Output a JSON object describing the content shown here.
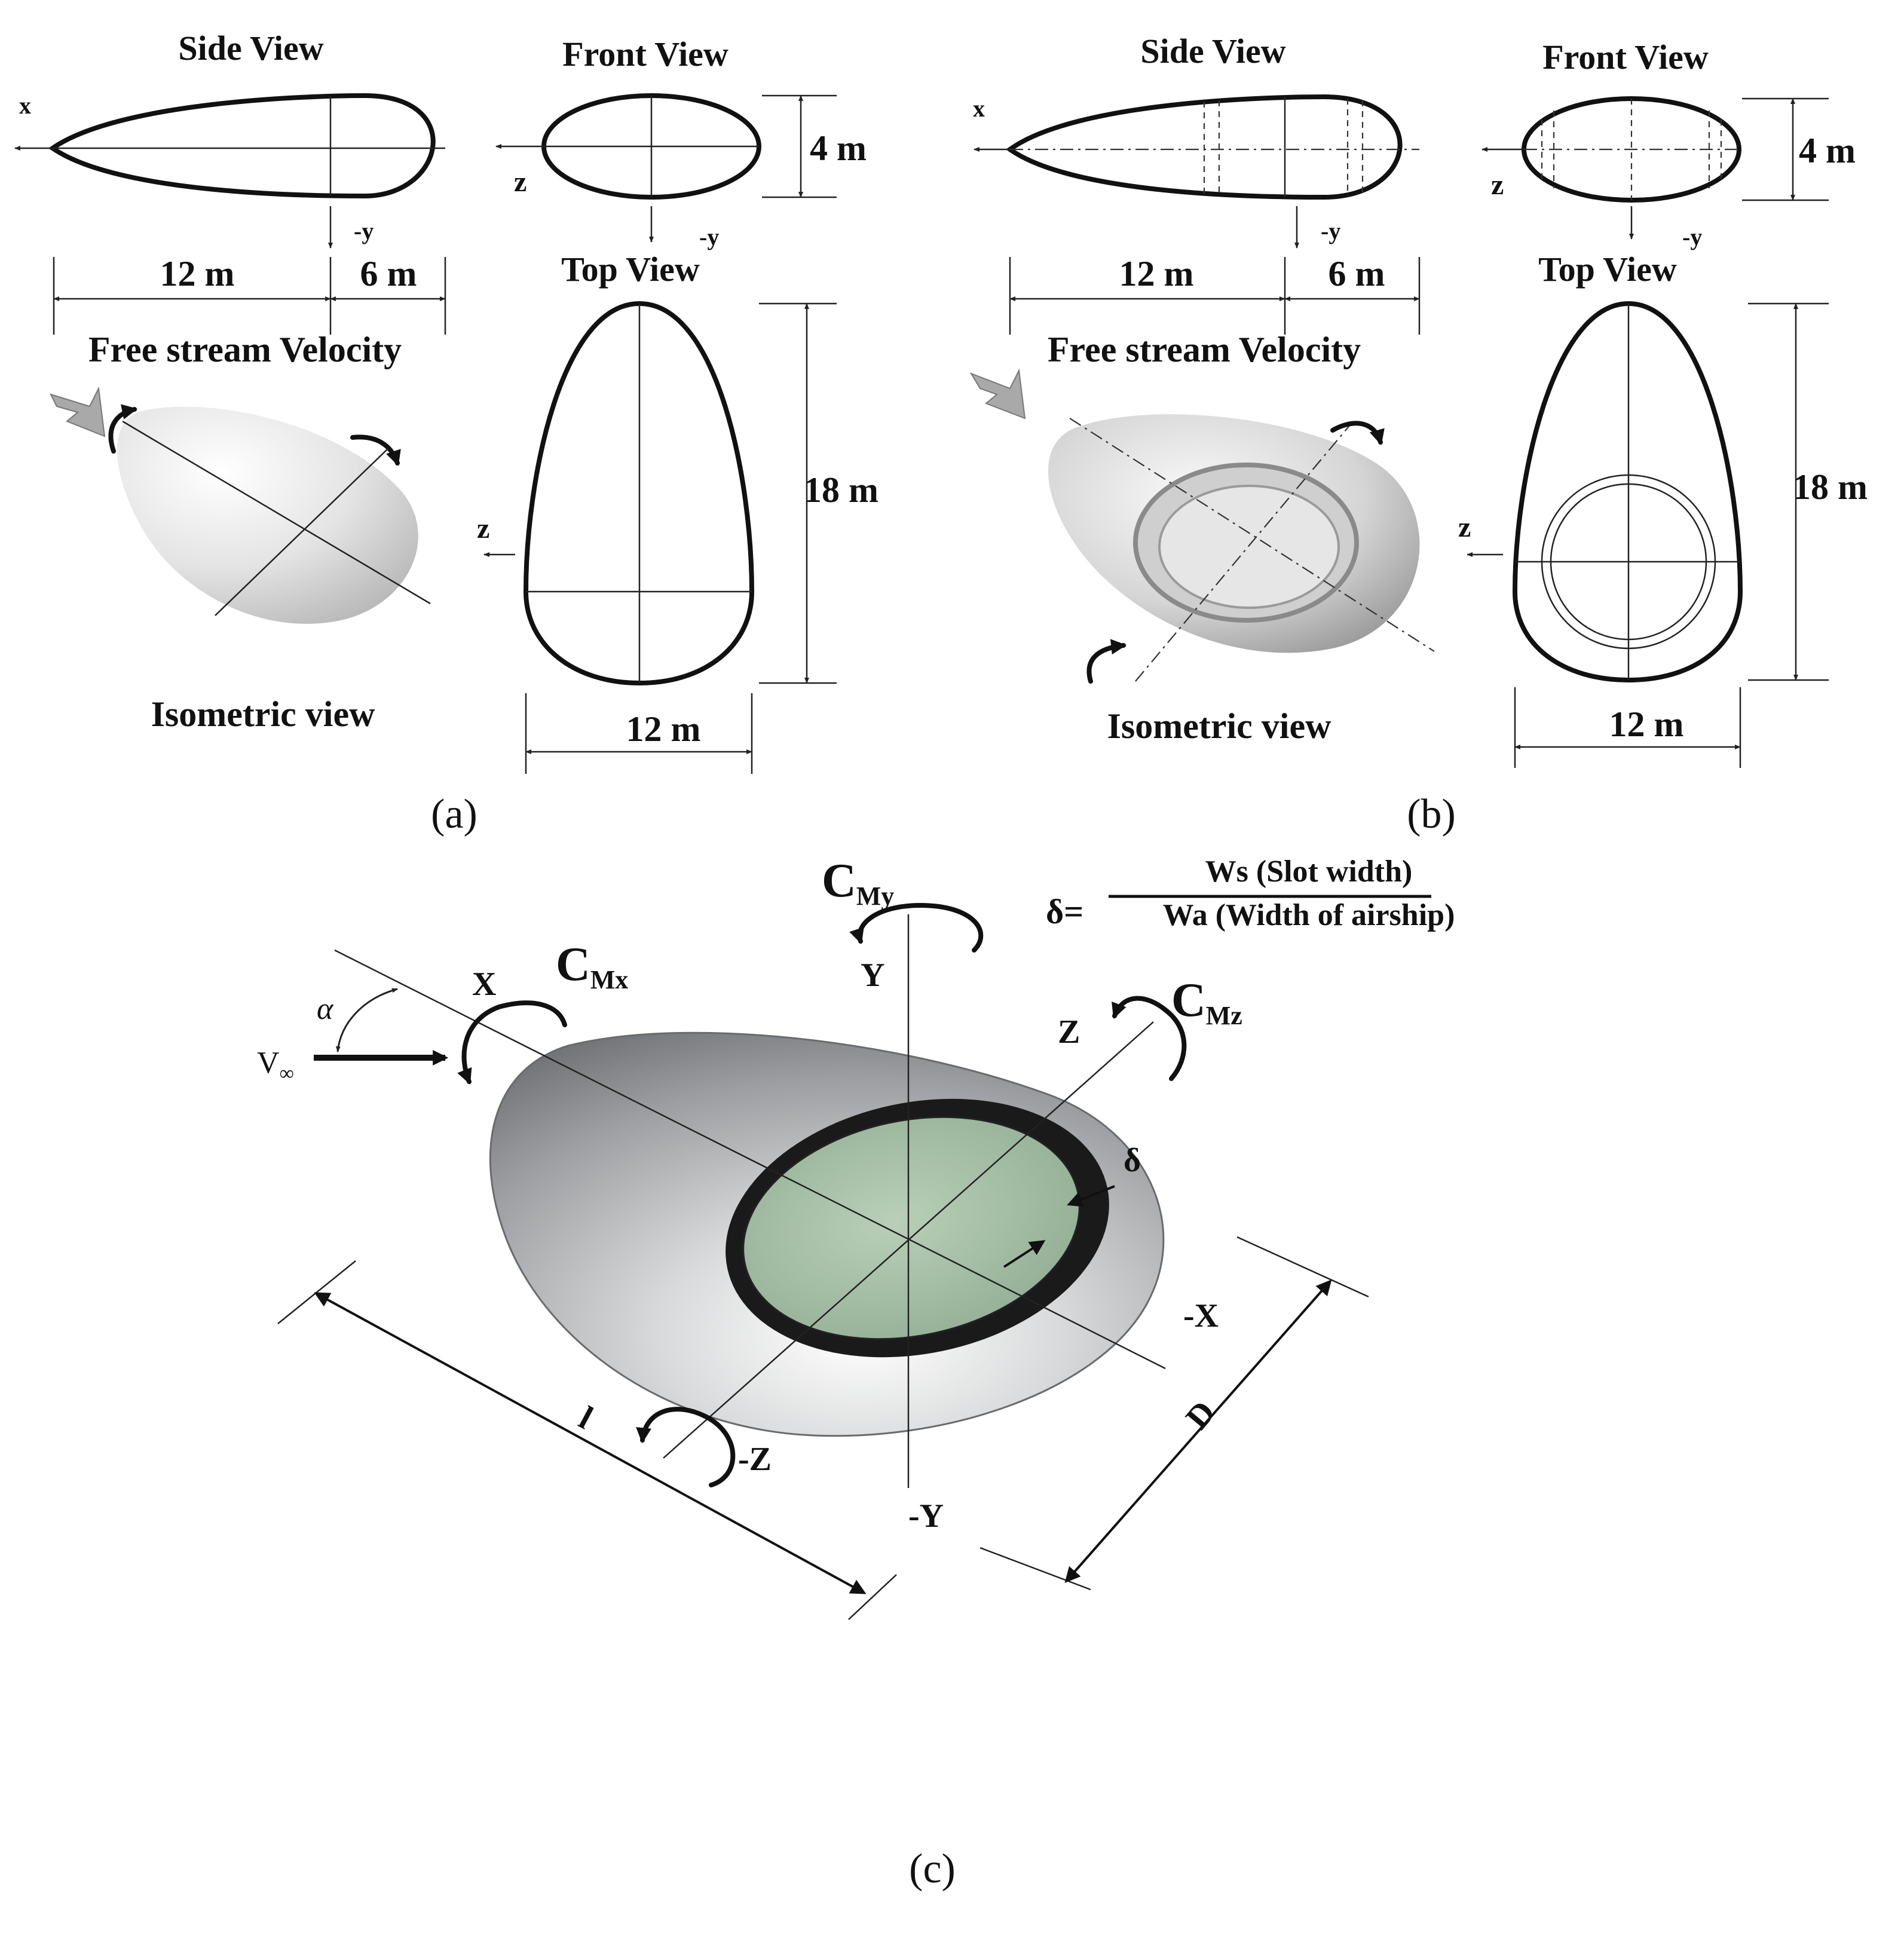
{
  "panel_a": {
    "side_view": "Side View",
    "front_view": "Front View",
    "top_view": "Top View",
    "free_stream": "Free stream Velocity",
    "isometric": "Isometric view",
    "axis_x": "x",
    "axis_z_front": "z",
    "axis_ny_side": "-y",
    "axis_ny_front": "-y",
    "axis_z_top": "z",
    "dim_12_side": "12 m",
    "dim_6_side": "6 m",
    "dim_4_front": "4 m",
    "dim_18_top": "18 m",
    "dim_12_top": "12 m",
    "caption": "(a)"
  },
  "panel_b": {
    "side_view": "Side View",
    "front_view": "Front View",
    "top_view": "Top View",
    "free_stream": "Free stream Velocity",
    "isometric": "Isometric view",
    "axis_x": "x",
    "axis_z_front": "z",
    "axis_ny_side": "-y",
    "axis_ny_front": "-y",
    "axis_z_top": "z",
    "dim_12_side": "12 m",
    "dim_6_side": "6 m",
    "dim_4_front": "4 m",
    "dim_18_top": "18 m",
    "dim_12_top": "12 m",
    "caption": "(b)"
  },
  "panel_c": {
    "delta_eq": "δ=",
    "numerator": "Ws (Slot width)",
    "denominator": "Wa (Width of airship)",
    "cmy_main": "C",
    "cmy_sub": "My",
    "cmx_main": "C",
    "cmx_sub": "Mx",
    "cmz_main": "C",
    "cmz_sub": "Mz",
    "axis_x": "X",
    "axis_y": "Y",
    "axis_z": "Z",
    "axis_nx": "-X",
    "axis_ny": "-Y",
    "axis_nz": "-Z",
    "alpha": "α",
    "v_main": "V",
    "v_sub": "∞",
    "delta": "δ",
    "length": "l",
    "diameter": "D",
    "caption": "(c)"
  },
  "colors": {
    "hull_light": "#f2f2f2",
    "hull_dark": "#7d7f82",
    "slot_green": "#9fb9a0",
    "arrow_gray": "#aaaaaa"
  }
}
